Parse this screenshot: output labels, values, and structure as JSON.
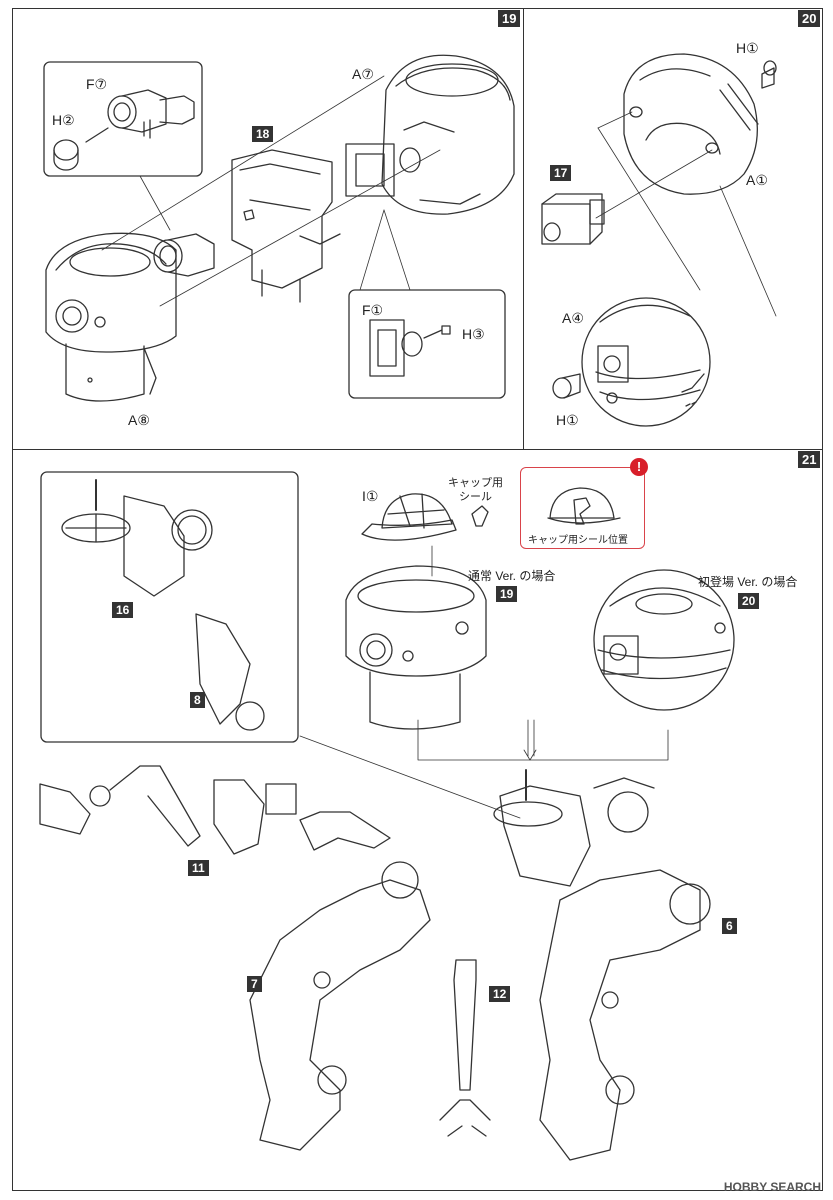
{
  "steps": {
    "s19": "19",
    "s20": "20",
    "s21": "21"
  },
  "step19": {
    "labels": {
      "a7": "A⑦",
      "f7": "F⑦",
      "h2": "H②",
      "a8": "A⑧",
      "f1": "F①",
      "h3": "H③"
    },
    "refs": {
      "r18": "18"
    }
  },
  "step20": {
    "labels": {
      "h1_top": "H①",
      "a1": "A①",
      "a4": "A④",
      "h1_bottom": "H①"
    },
    "refs": {
      "r17": "17"
    }
  },
  "step21": {
    "labels": {
      "i1": "I①",
      "cap_sticker": "キャップ用\nシール",
      "cap_sticker_position": "キャップ用シール位置",
      "normal_ver": "通常 Ver. の場合",
      "first_ver": "初登場 Ver. の場合"
    },
    "refs": {
      "r19": "19",
      "r20": "20",
      "r16": "16",
      "r8": "8",
      "r11": "11",
      "r7": "7",
      "r12": "12",
      "r6": "6"
    }
  },
  "watermark": "HOBBY SEARCH"
}
